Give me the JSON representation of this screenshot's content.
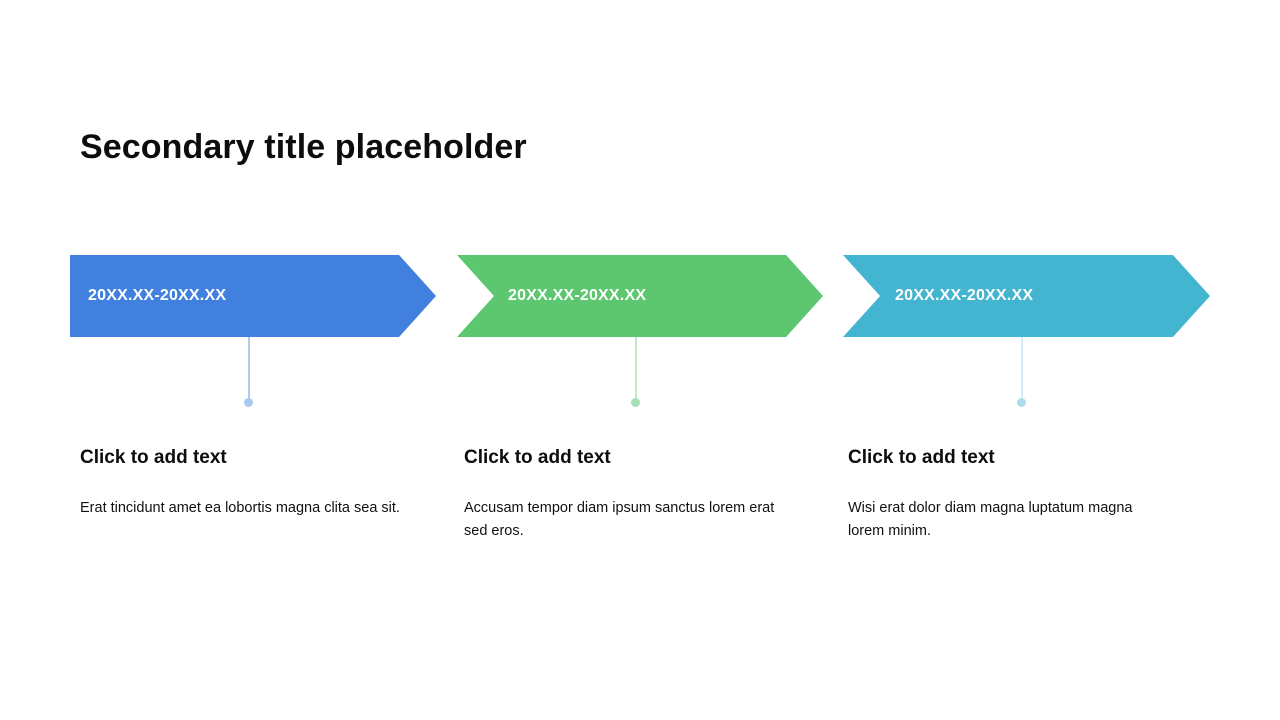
{
  "slide": {
    "title": "Secondary title placeholder",
    "background_color": "#ffffff"
  },
  "timeline": {
    "steps": [
      {
        "label": "20XX.XX-20XX.XX",
        "color": "#4180DE",
        "connector_color": "#AECBF0",
        "dot_color": "#A8C9F0",
        "heading": "Click to add text",
        "body": "Erat tincidunt amet ea lobortis magna clita sea sit."
      },
      {
        "label": "20XX.XX-20XX.XX",
        "color": "#5CC76F",
        "connector_color": "#C1E8CA",
        "dot_color": "#A8DFB5",
        "heading": "Click to add text",
        "body": "Accusam tempor diam ipsum sanctus lorem erat sed eros."
      },
      {
        "label": "20XX.XX-20XX.XX",
        "color": "#44B5D0",
        "connector_color": "#D2EDF5",
        "dot_color": "#ADDCEC",
        "heading": "Click to add text",
        "body": "Wisi erat dolor diam magna luptatum magna lorem minim."
      }
    ]
  }
}
